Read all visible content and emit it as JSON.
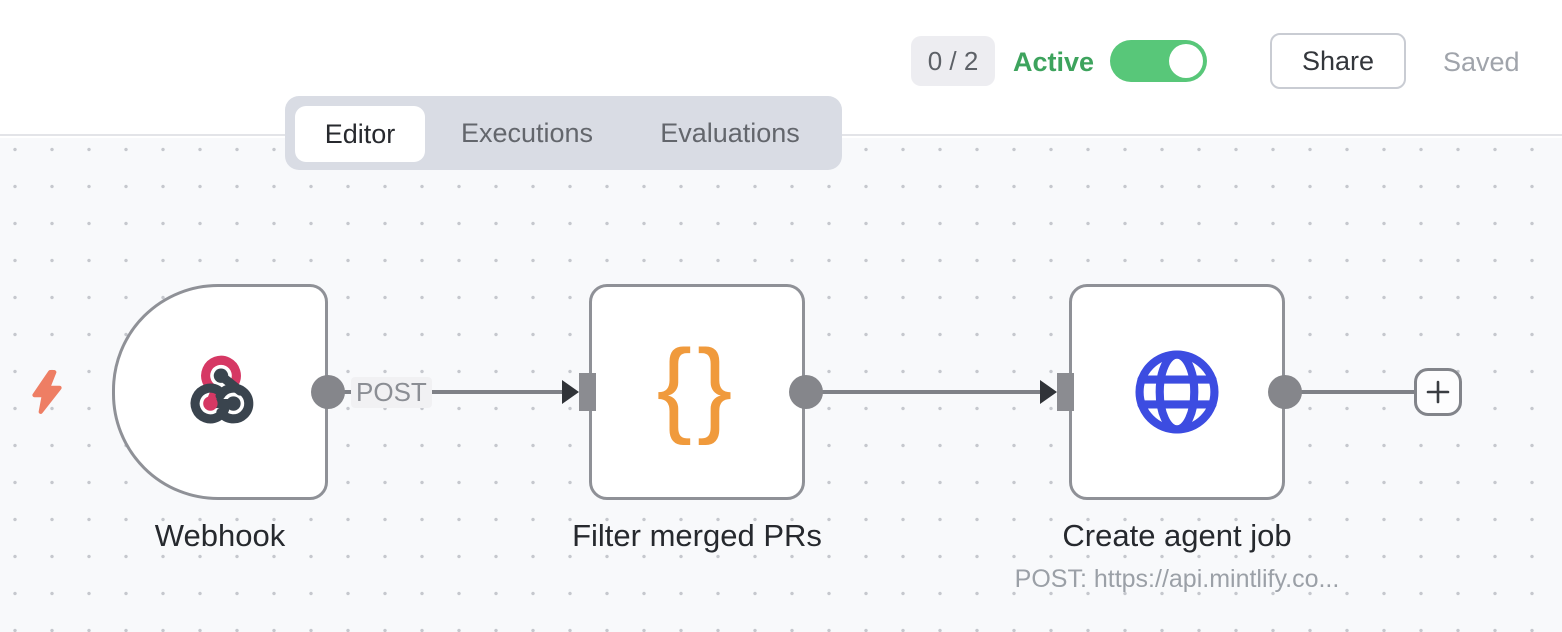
{
  "header": {
    "execution_counter": "0 / 2",
    "active_label": "Active",
    "toggle_state": "on",
    "share_label": "Share",
    "saved_label": "Saved"
  },
  "tabs": {
    "active_tab": "Editor",
    "items": [
      {
        "label": "Editor"
      },
      {
        "label": "Executions"
      },
      {
        "label": "Evaluations"
      }
    ]
  },
  "canvas": {
    "trigger_indicator": "lightning-bolt",
    "nodes": [
      {
        "name": "Webhook",
        "icon": "webhook-icon",
        "output_label": "POST"
      },
      {
        "name": "Filter merged PRs",
        "icon": "code-braces-icon",
        "icon_glyph": "{}"
      },
      {
        "name": "Create agent job",
        "icon": "globe-icon",
        "subtitle": "POST: https://api.mintlify.co..."
      }
    ],
    "add_button": "plus"
  },
  "colors": {
    "active_green": "#3da35d",
    "toggle_green": "#58c779",
    "node_border": "#8f9197",
    "connector_gray": "#7f8187",
    "webhook_crimson": "#d63864",
    "webhook_slate": "#3a444e",
    "braces_orange": "#f09a3c",
    "globe_blue": "#3c4ce1",
    "bolt_salmon": "#ee7e64",
    "canvas_bg": "#f8f9fb",
    "tabbar_bg": "#d9dce4"
  }
}
